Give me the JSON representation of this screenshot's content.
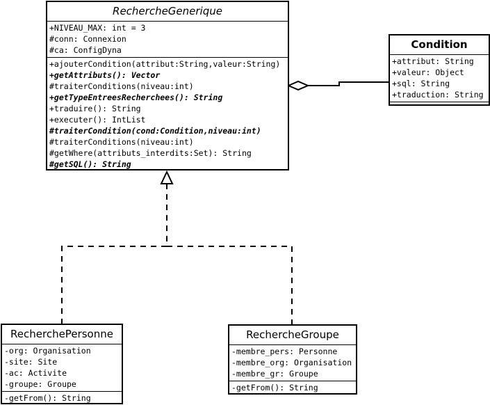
{
  "classes": {
    "recherche_generique": {
      "name": "RechercheGenerique",
      "attributes": [
        "+NIVEAU_MAX: int = 3",
        "#conn: Connexion",
        "#ca: ConfigDyna"
      ],
      "operations": [
        {
          "text": "+ajouterCondition(attribut:String,valeur:String)",
          "abstract": false
        },
        {
          "text": "+getAttributs(): Vector",
          "abstract": true
        },
        {
          "text": "#traiterConditions(niveau:int)",
          "abstract": false
        },
        {
          "text": "+getTypeEntreesRecherchees(): String",
          "abstract": true
        },
        {
          "text": "+traduire(): String",
          "abstract": false
        },
        {
          "text": "+executer(): IntList",
          "abstract": false
        },
        {
          "text": "#traiterCondition(cond:Condition,niveau:int)",
          "abstract": true
        },
        {
          "text": "#traiterConditions(niveau:int)",
          "abstract": false
        },
        {
          "text": "#getWhere(attributs_interdits:Set): String",
          "abstract": false
        },
        {
          "text": "#getSQL(): String",
          "abstract": true
        }
      ]
    },
    "condition": {
      "name": "Condition",
      "attributes": [
        "+attribut: String",
        "+valeur: Object",
        "+sql: String",
        "+traduction: String"
      ],
      "operations": []
    },
    "recherche_personne": {
      "name": "RecherchePersonne",
      "attributes": [
        "-org: Organisation",
        "-site: Site",
        "-ac: Activite",
        "-groupe: Groupe"
      ],
      "operations": [
        {
          "text": "-getFrom(): String",
          "abstract": false
        }
      ]
    },
    "recherche_groupe": {
      "name": "RechercheGroupe",
      "attributes": [
        "-membre_pers: Personne",
        "-membre_org: Organisation",
        "-membre_gr: Groupe"
      ],
      "operations": [
        {
          "text": "-getFrom(): String",
          "abstract": false
        }
      ]
    }
  },
  "relationships": [
    {
      "type": "aggregation",
      "whole": "RechercheGenerique",
      "part": "Condition"
    },
    {
      "type": "generalization",
      "parent": "RechercheGenerique",
      "child": "RecherchePersonne",
      "line_style": "dashed"
    },
    {
      "type": "generalization",
      "parent": "RechercheGenerique",
      "child": "RechercheGroupe",
      "line_style": "dashed"
    }
  ]
}
